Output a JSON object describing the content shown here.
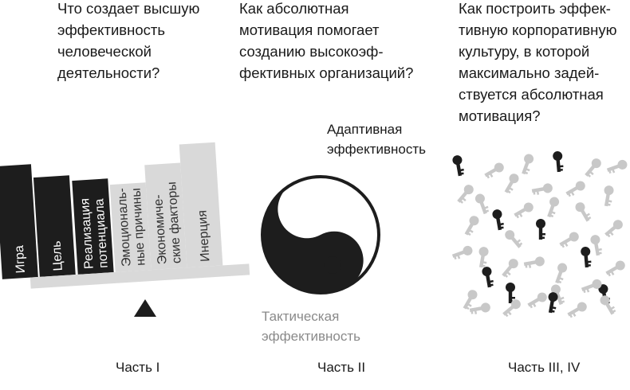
{
  "questions": {
    "q1": "Что создает высшую\nэффективность\nчеловеческой\nдеятельности?",
    "q2": "Как абсолютная\nмотивация помогает\nсозданию высокоэф-\nфективных организаций?",
    "q3": "Как построить эффек-\nтивную корпоративную\nкультуру, в которой\nмаксимально задей-\nствуется абсолютная\nмотивация?"
  },
  "bars": [
    {
      "label": "Игра",
      "tone": "dark"
    },
    {
      "label": "Цель",
      "tone": "dark"
    },
    {
      "label": "Реализация\nпотенциала",
      "tone": "dark"
    },
    {
      "label": "Эмоциональ-\nные причины",
      "tone": "light"
    },
    {
      "label": "Экономиче-\nские факторы",
      "tone": "light"
    },
    {
      "label": "Инерция",
      "tone": "light"
    }
  ],
  "yin_yang": {
    "adaptive_label": "Адаптивная\nэффективность",
    "tactical_label": "Тактическая\nэффективность"
  },
  "parts": {
    "p1": "Часть I",
    "p2": "Часть II",
    "p3": "Часть III, IV"
  },
  "colors": {
    "dark": "#1d1d1d",
    "light": "#d9d9d9",
    "key_light": "#c8c8c8",
    "label_gray": "#8a8a8a"
  }
}
